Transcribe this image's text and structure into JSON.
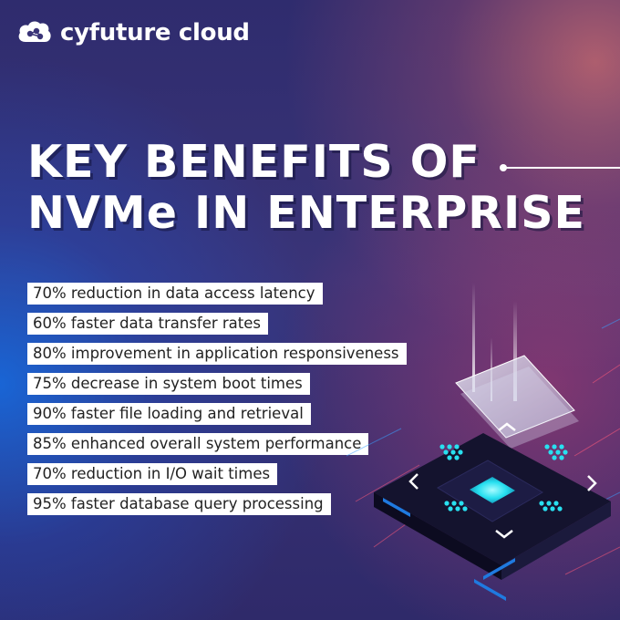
{
  "brand": {
    "name": "cyfuture cloud",
    "logo_icon": "cloud-icon"
  },
  "headline": {
    "line1": "KEY BENEFITS OF",
    "line2": "NVMe IN ENTERPRISE"
  },
  "benefits": [
    "70% reduction in data access latency",
    "60% faster data transfer rates",
    "80% improvement in application responsiveness",
    "75% decrease in system boot times",
    "90% faster file loading and retrieval",
    "85% enhanced overall system performance",
    "70% reduction in I/O wait times",
    "95% faster database query processing"
  ],
  "colors": {
    "background": "#2f2c6e",
    "accent_blue": "#1f7ae0",
    "glow_pink": "#d46e6e",
    "chip_cyan": "#28e0f0",
    "text": "#ffffff"
  }
}
